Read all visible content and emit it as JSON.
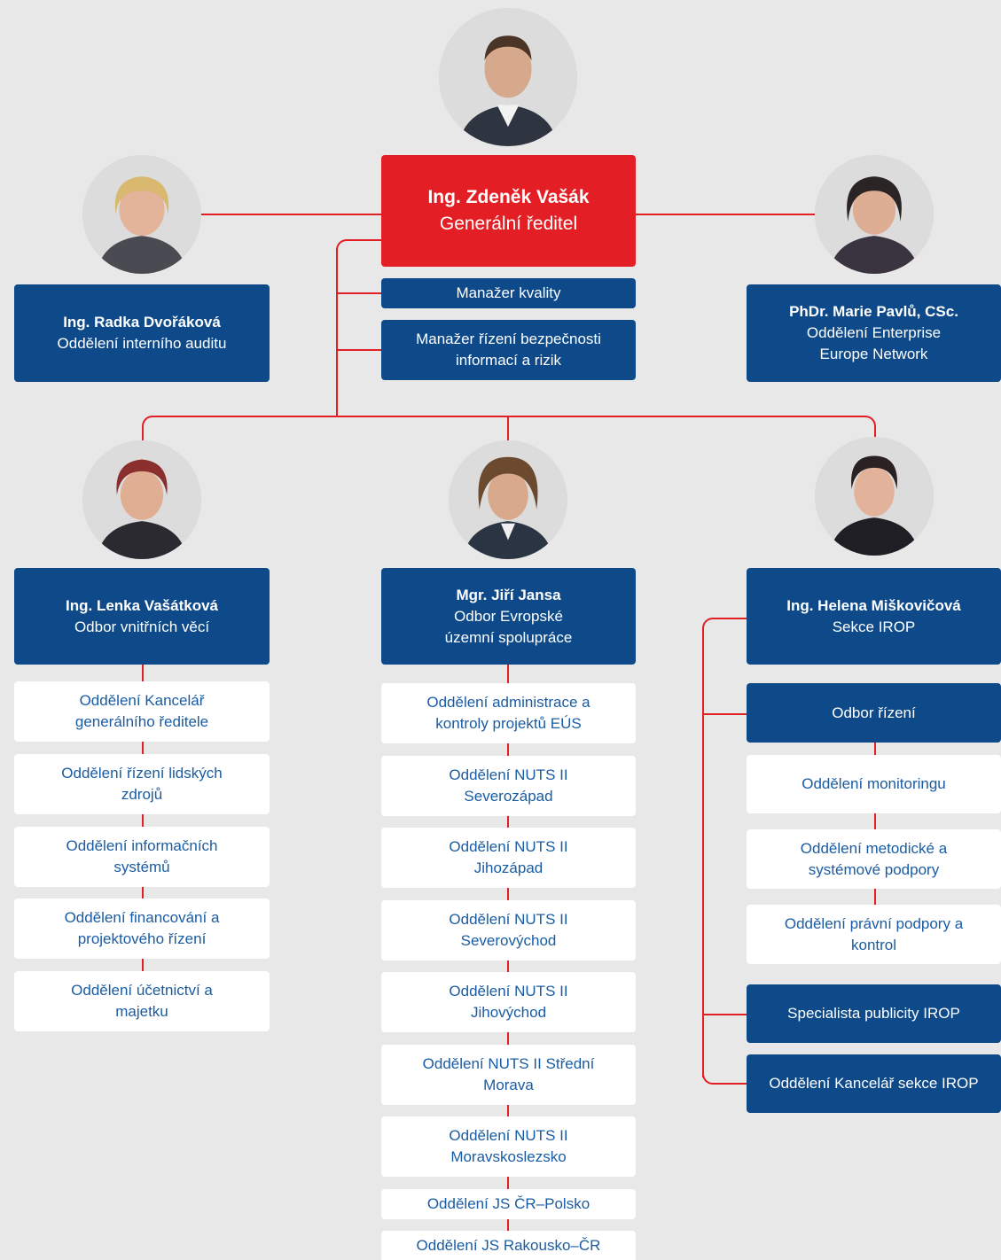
{
  "director": {
    "name": "Ing. Zdeněk Vašák",
    "role": "Generální ředitel"
  },
  "director_staff": [
    {
      "label": "Manažer kvality"
    },
    {
      "label": "Manažer řízení bezpečnosti informací a rizik"
    }
  ],
  "audit": {
    "name": "Ing. Radka Dvořáková",
    "role": "Oddělení interního auditu"
  },
  "een": {
    "name": "PhDr. Marie Pavlů, CSc.",
    "role": "Oddělení Enterprise Europe Network"
  },
  "internal": {
    "name": "Ing. Lenka Vašátková",
    "role": "Odbor vnitřních věcí",
    "units": [
      "Oddělení Kancelář generálního ředitele",
      "Oddělení řízení lidských zdrojů",
      "Oddělení informačních systémů",
      "Oddělení financování a projektového řízení",
      "Oddělení účetnictví a majetku"
    ]
  },
  "eus": {
    "name": "Mgr. Jiří Jansa",
    "role": "Odbor Evropské územní spolupráce",
    "units": [
      "Oddělení administrace a kontroly projektů EÚS",
      "Oddělení NUTS II Severozápad",
      "Oddělení NUTS II Jihozápad",
      "Oddělení NUTS II Severovýchod",
      "Oddělení NUTS II Jihovýchod",
      "Oddělení NUTS II Střední Morava",
      "Oddělení NUTS II Moravskoslezsko",
      "Oddělení JS ČR–Polsko",
      "Oddělení JS Rakousko–ČR"
    ]
  },
  "irop": {
    "name": "Ing. Helena Miškovičová",
    "role": "Sekce IROP",
    "odbor": "Odbor řízení",
    "odbor_units": [
      "Oddělení monitoringu",
      "Oddělení metodické a systémové podpory",
      "Oddělení právní podpory a kontrol"
    ],
    "specialist": "Specialista publicity IROP",
    "office": "Oddělení Kancelář sekce IROP"
  },
  "colors": {
    "navy": "#0e4a8a",
    "red": "#e31e24",
    "background": "#e8e8e9",
    "link_text": "#1a5ca4"
  }
}
